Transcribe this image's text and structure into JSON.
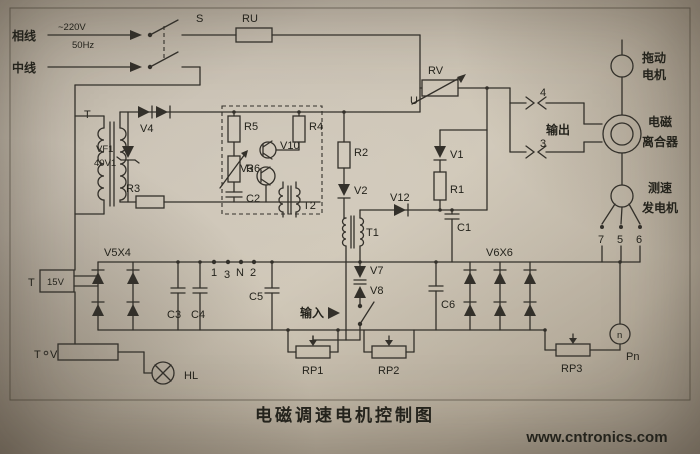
{
  "title": "电磁调速电机控制图",
  "watermark": "www.cntronics.com",
  "colors": {
    "paper": "#c6bdae",
    "ink": "#33302a",
    "watermark_green": "#38c437"
  },
  "supply": {
    "phase": "相线",
    "neutral": "中线",
    "voltage": "~220V",
    "frequency": "50Hz"
  },
  "switch": {
    "label": "S"
  },
  "fuse": {
    "label": "RU"
  },
  "rv": {
    "label": "RV",
    "node": "U"
  },
  "transformer": {
    "label": "T"
  },
  "diodes": {
    "v1": "V1",
    "v2": "V2",
    "v3": "V3",
    "v4": "V4",
    "v7": "V7",
    "v8": "V8",
    "v10": "V10",
    "v12": "V12",
    "vf1": "VF1",
    "vf1_voltage": "40V1"
  },
  "resistors": {
    "r1": "R1",
    "r2": "R2",
    "r3": "R3",
    "r4": "R4",
    "r5": "R5",
    "r6": "R6"
  },
  "capacitors": {
    "c1": "C1",
    "c2": "C2",
    "c3": "C3",
    "c4": "C4",
    "c5": "C5",
    "c6": "C6"
  },
  "pulse_transformers": {
    "t1": "T1",
    "t2": "T2"
  },
  "bridges": {
    "v5x4": "V5X4",
    "v6x6": "V6X6"
  },
  "windings": {
    "t_15v": "T",
    "voltage_15v": "15V",
    "t_lamp": "T",
    "v_lamp": "V"
  },
  "lamp": {
    "label": "HL"
  },
  "pots": {
    "rp1": "RP1",
    "rp2": "RP2",
    "rp3": "RP3"
  },
  "meter": {
    "label": "Pn",
    "symbol": "n"
  },
  "connector": {
    "pin1": "1",
    "pin3": "3",
    "pinN": "N",
    "pin2": "2"
  },
  "input": {
    "label": "输入"
  },
  "output": {
    "label": "输出",
    "pin4": "4",
    "pin3": "3"
  },
  "machines": {
    "drag_motor_line1": "拖动",
    "drag_motor_line2": "电机",
    "clutch_line1": "电磁",
    "clutch_line2": "离合器",
    "tacho_line1": "测速",
    "tacho_line2": "发电机",
    "pin7": "7",
    "pin5": "5",
    "pin6": "6"
  }
}
